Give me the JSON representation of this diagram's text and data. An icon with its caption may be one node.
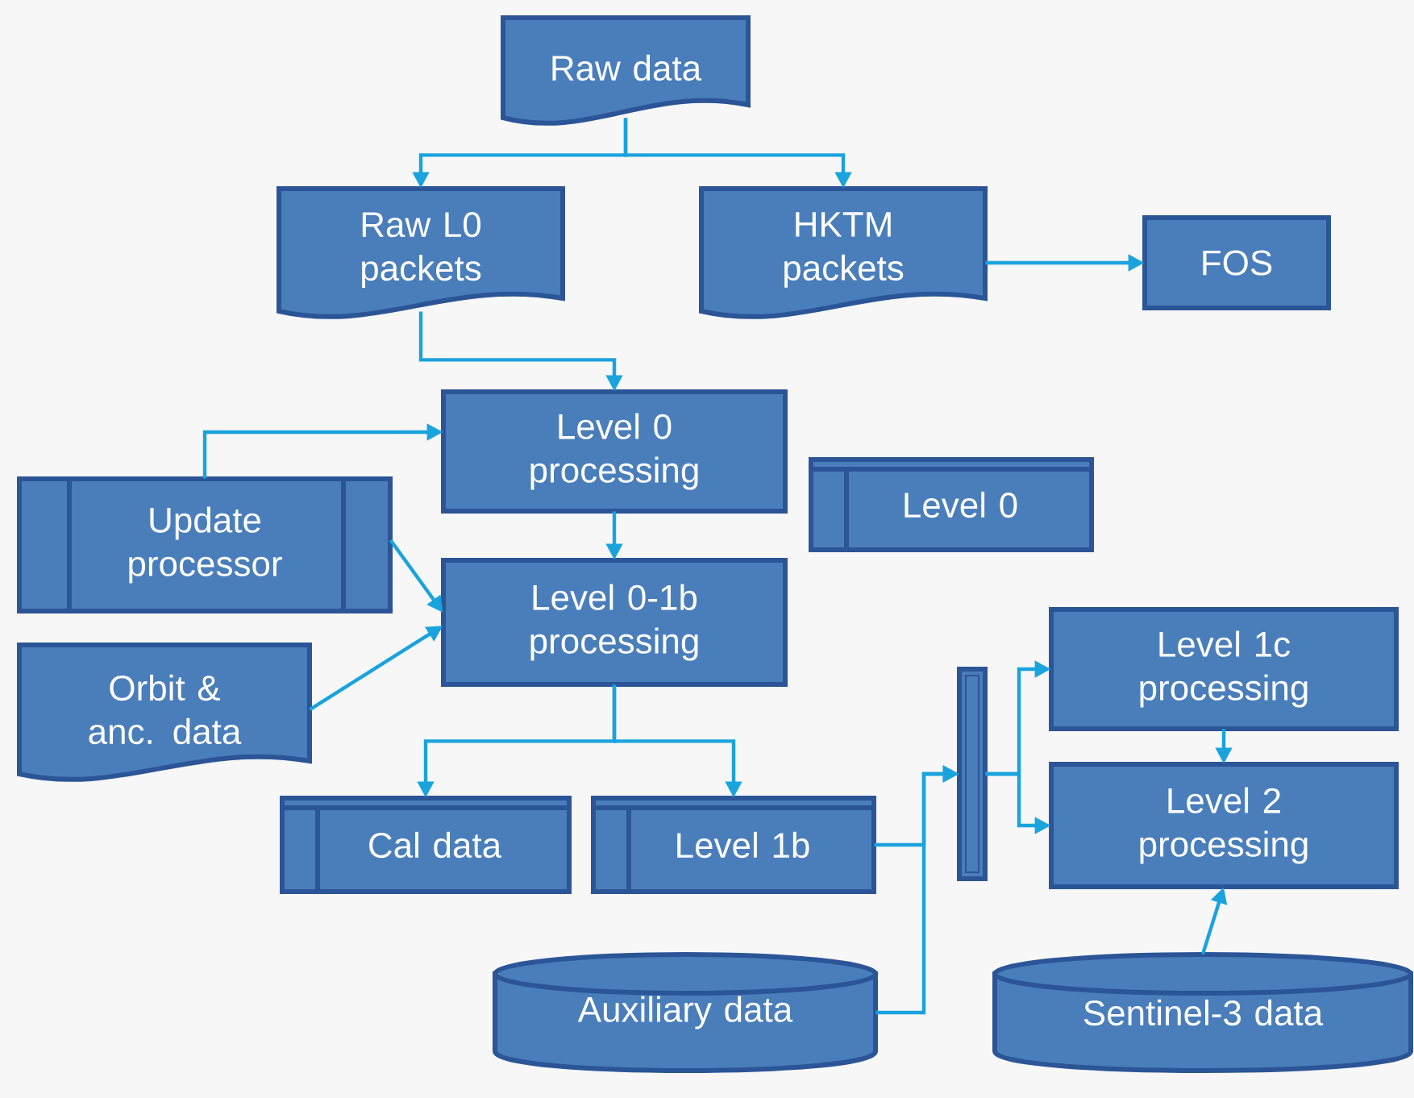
{
  "diagram": {
    "nodes": [
      {
        "text": [
          "Raw data"
        ]
      },
      {
        "text": [
          "Raw L0 packets"
        ]
      },
      {
        "text": [
          "HKTM packets"
        ]
      },
      {
        "text": [
          "FOS"
        ]
      },
      {
        "text": [
          "Level 0 processing"
        ]
      },
      {
        "text": [
          "Update processor"
        ]
      },
      {
        "text": [
          "Level 0"
        ]
      },
      {
        "text": [
          "Level 0-1b processing"
        ]
      },
      {
        "text": [
          "Orbit & anc. data"
        ]
      },
      {
        "text": [
          "Cal data"
        ]
      },
      {
        "text": [
          "Level 1b"
        ]
      },
      {
        "text": [],
        "shape": "bar"
      },
      {
        "text": [
          "Level 1c processing"
        ]
      },
      {
        "text": [
          "Level 2 processing"
        ]
      },
      {
        "text": [
          "Auxiliary data"
        ]
      },
      {
        "text": [
          "Sentinel-3 data"
        ]
      }
    ],
    "edges": [
      {
        "from": 0,
        "to": 1,
        "arrow": "to"
      },
      {
        "from": 0,
        "to": 2,
        "arrow": "to"
      },
      {
        "from": 2,
        "to": 3,
        "arrow": "to"
      },
      {
        "from": 1,
        "to": 4,
        "arrow": "to"
      },
      {
        "from": 5,
        "to": 4,
        "arrow": "to"
      },
      {
        "from": 4,
        "to": 7,
        "arrow": "to"
      },
      {
        "from": 5,
        "to": 7,
        "arrow": "to"
      },
      {
        "from": 8,
        "to": 7,
        "arrow": "to"
      },
      {
        "from": 7,
        "to": 9,
        "arrow": "to"
      },
      {
        "from": 7,
        "to": 10,
        "arrow": "to"
      },
      {
        "from": 10,
        "to": 11,
        "arrow": "to"
      },
      {
        "from": 14,
        "to": 11,
        "arrow": "to"
      },
      {
        "from": 11,
        "to": 12,
        "arrow": "to"
      },
      {
        "from": 11,
        "to": 13,
        "arrow": "to"
      },
      {
        "from": 12,
        "to": 13,
        "arrow": "to"
      },
      {
        "from": 15,
        "to": 13,
        "arrow": "to"
      }
    ]
  }
}
